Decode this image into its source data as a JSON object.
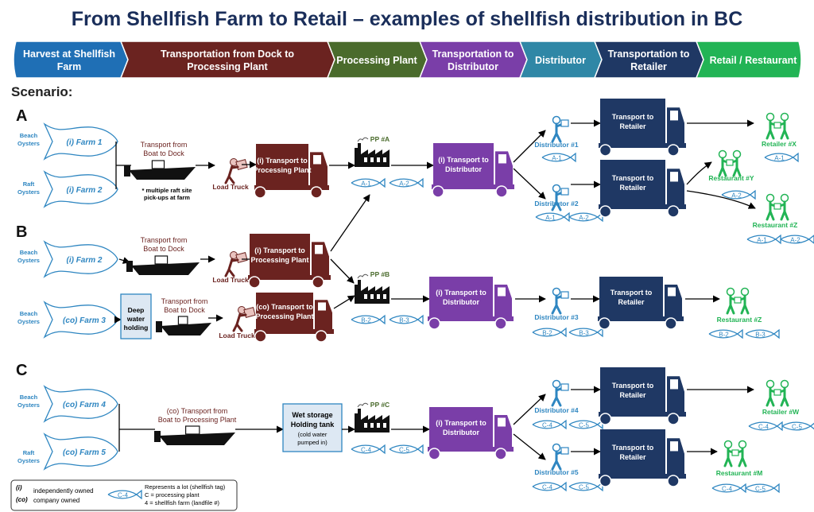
{
  "title": "From Shellfish Farm to Retail – examples of shellfish distribution in BC",
  "stages": [
    {
      "lines": [
        "Harvest at Shellfish",
        "Farm"
      ],
      "color": "#1f6fb5"
    },
    {
      "lines": [
        "Transportation from Dock to",
        "Processing Plant"
      ],
      "color": "#6b2320"
    },
    {
      "lines": [
        "Processing Plant"
      ],
      "color": "#4a6b2c"
    },
    {
      "lines": [
        "Transportation to",
        "Distributor"
      ],
      "color": "#7a3ea8"
    },
    {
      "lines": [
        "Distributor"
      ],
      "color": "#2f87a6"
    },
    {
      "lines": [
        "Transportation to",
        "Retailer"
      ],
      "color": "#1f3864"
    },
    {
      "lines": [
        "Retail / Restaurant"
      ],
      "color": "#22b455"
    }
  ],
  "scenario_heading": "Scenario:",
  "scenario_letters": [
    "A",
    "B",
    "C"
  ],
  "colors": {
    "fish": "#2e86c1",
    "dock_truck": "#6b2320",
    "distributor_truck": "#7a3ea8",
    "retail_truck": "#1f3864",
    "person_distributor": "#2e86c1",
    "person_retail": "#22b455",
    "pp_label": "#4a6b2c"
  },
  "labels": {
    "beach_oysters": [
      "Beach",
      "Oysters"
    ],
    "raft_oysters": [
      "Raft",
      "Oysters"
    ],
    "a_farm1": "(i) Farm 1",
    "a_farm2": "(i) Farm 2",
    "b_farm2": "(i) Farm 2",
    "b_farm3": "(co) Farm 3",
    "c_farm4": "(co) Farm 4",
    "c_farm5": "(co) Farm 5",
    "boat_to_dock": [
      "Transport from",
      "Boat to Dock"
    ],
    "raft_note": [
      "* multiple raft site",
      "pick-ups at farm"
    ],
    "load_truck": "Load Truck",
    "i_transport_pp": [
      "(i) Transport to",
      "Processing Plant"
    ],
    "co_transport_pp": [
      "(co) Transport to",
      "Processing Plant"
    ],
    "deep_water": [
      "Deep",
      "water",
      "holding"
    ],
    "pp_a": "PP #A",
    "pp_b": "PP #B",
    "pp_c": "PP #C",
    "i_transport_dist": [
      "(i) Transport to",
      "Distributor"
    ],
    "transport_retailer": [
      "Transport to",
      "Retailer"
    ],
    "c_boat_pp": [
      "(co) Transport from",
      "Boat to Processing Plant"
    ],
    "wet_storage": [
      "Wet storage",
      "Holding tank",
      "(cold water",
      "pumped in)"
    ],
    "distributor1": "Distributor #1",
    "distributor2": "Distributor #2",
    "distributor3": "Distributor #3",
    "distributor4": "Distributor #4",
    "distributor5": "Distributor #5",
    "retailer_x": "Retailer #X",
    "restaurant_y": "Restaurant #Y",
    "restaurant_z": "Restaurant #Z",
    "retailer_w": "Retailer #W",
    "restaurant_m": "Restaurant #M"
  },
  "tags": {
    "a1": "A-1",
    "a2": "A-2",
    "b2": "B-2",
    "b3": "B-3",
    "c4": "C-4",
    "c5": "C-5"
  },
  "legend": {
    "i_key": "(i)",
    "i_text": "independently owned",
    "co_key": "(co)",
    "co_text": "company owned",
    "tag_example": "C-4",
    "tag_lines": [
      "Represents a lot (shellfish tag)",
      "C = processing plant",
      "4 = shellfish farm (landfile #)"
    ]
  }
}
